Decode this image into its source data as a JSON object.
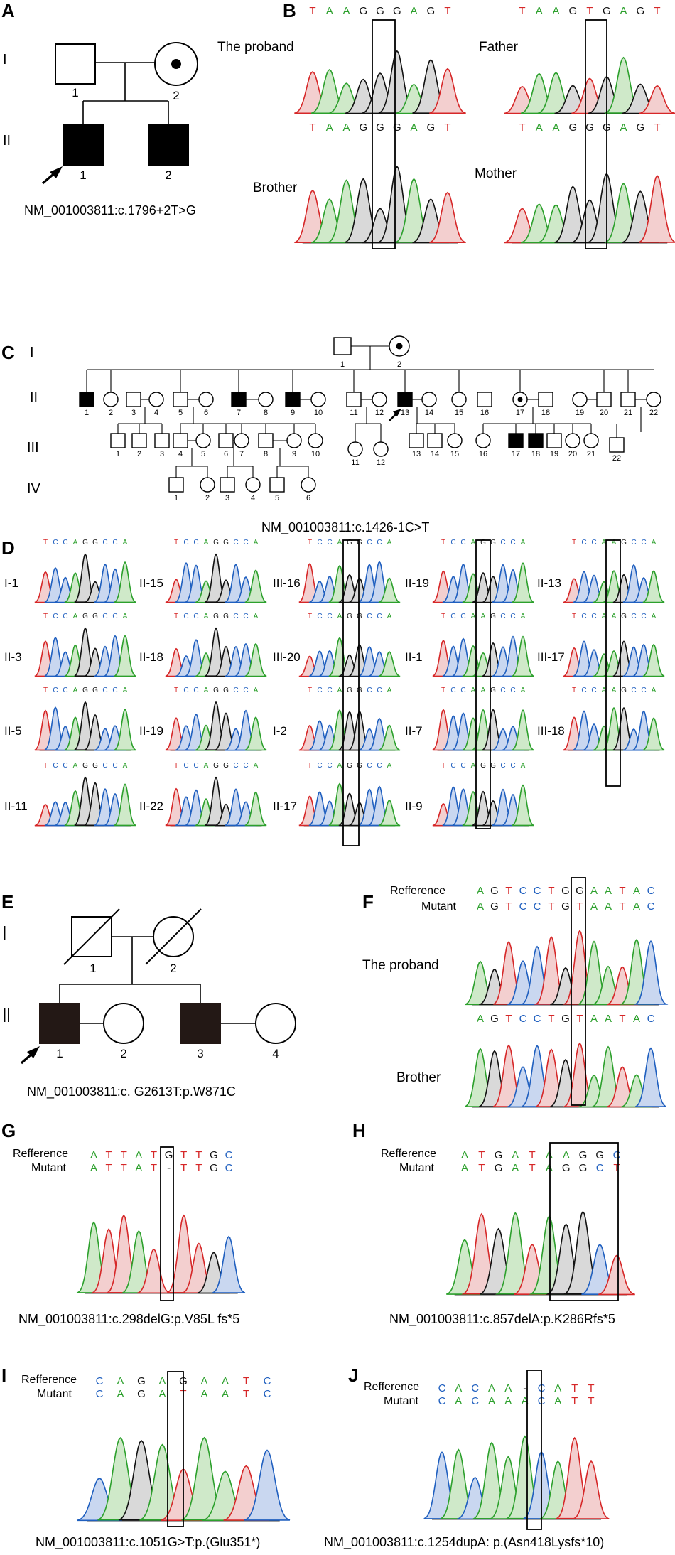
{
  "panels": {
    "A": {
      "letter": "A",
      "generations": [
        "I",
        "II"
      ],
      "individuals": {
        "I1": "1",
        "I2": "2",
        "II1": "1",
        "II2": "2"
      },
      "caption": "NM_001003811:c.1796+2T>G"
    },
    "B": {
      "letter": "B",
      "traces": [
        {
          "name": "The proband",
          "seq": "TAAGGGAGT",
          "highlight": 5
        },
        {
          "name": "Father",
          "seq": "TAAGTGAGT",
          "highlight": 4
        },
        {
          "name": "Brother",
          "seq": "TAAGGGAGT",
          "highlight": 5
        },
        {
          "name": "Mother",
          "seq": "TAAGGGAGT",
          "highlight": 4
        }
      ]
    },
    "C": {
      "letter": "C",
      "generations": [
        "I",
        "II",
        "III",
        "IV"
      ],
      "gen1": [
        "1",
        "2"
      ],
      "gen2": [
        "1",
        "2",
        "3",
        "4",
        "5",
        "6",
        "7",
        "8",
        "9",
        "10",
        "11",
        "12",
        "13",
        "14",
        "15",
        "16",
        "17",
        "18",
        "19",
        "20",
        "21",
        "22"
      ],
      "gen3": [
        "1",
        "2",
        "3",
        "4",
        "5",
        "6",
        "7",
        "8",
        "9",
        "10",
        "11",
        "12",
        "13",
        "14",
        "15",
        "16",
        "17",
        "18",
        "19",
        "20",
        "21",
        "22"
      ],
      "gen4": [
        "1",
        "2",
        "3",
        "4",
        "5",
        "6"
      ]
    },
    "D": {
      "letter": "D",
      "title": "NM_001003811:c.1426-1C>T",
      "columns": [
        {
          "names": [
            "I-1",
            "II-3",
            "II-5",
            "II-11"
          ],
          "seqs": [
            "TCCAGGCCA",
            "TCCAGGCCA",
            "TCCAGGCCA",
            "TCCAGGCCA"
          ]
        },
        {
          "names": [
            "II-15",
            "II-18",
            "II-19",
            "II-22"
          ],
          "seqs": [
            "TCCAGGCCA",
            "TCCAGGCCA",
            "TCCAGGCCA",
            "TCCAGGCCA"
          ]
        },
        {
          "names": [
            "III-16",
            "III-20",
            "I-2",
            "II-17"
          ],
          "seqs": [
            "TCCAGGCCA",
            "TCCAGGCCA",
            "TCCAGGCCA",
            "TCCAGGCCA"
          ]
        },
        {
          "names": [
            "II-19",
            "II-1",
            "II-7",
            "II-9"
          ],
          "seqs": [
            "TCCAGGCCA",
            "TCCAAGCCA",
            "TCCAAGCCA",
            "TCCAGGCCA"
          ]
        },
        {
          "names": [
            "II-13",
            "III-17",
            "III-18"
          ],
          "seqs": [
            "TCCAAGCCA",
            "TCCAAGCCA",
            "TCCAAGCCA"
          ]
        }
      ]
    },
    "E": {
      "letter": "E",
      "generations": [
        "|",
        "||"
      ],
      "individuals": {
        "I1": "1",
        "I2": "2",
        "II1": "1",
        "II2": "2",
        "II3": "3",
        "II4": "4"
      },
      "caption": "NM_001003811:c. G2613T:p.W871C"
    },
    "F": {
      "letter": "F",
      "ref_label": "Refference",
      "mut_label": "Mutant",
      "ref_seq": "AGTCCTGGAATAC",
      "mut_seq": "AGTCCTGTAATAC",
      "trace1": "The proband",
      "trace2": "Brother",
      "trace2_seq": "AGTCCTGTAATAC"
    },
    "G": {
      "letter": "G",
      "ref_label": "Refference",
      "mut_label": "Mutant",
      "ref_seq": "ATTATGTTGC",
      "mut_seq": "ATTAT-TTGC",
      "caption": "NM_001003811:c.298delG:p.V85L fs*5"
    },
    "H": {
      "letter": "H",
      "ref_label": "Refference",
      "mut_label": "Mutant",
      "ref_seq": "ATGATAAGGC",
      "mut_seq": "ATGATAGGCT",
      "caption": "NM_001003811:c.857delA:p.K286Rfs*5"
    },
    "I": {
      "letter": "I",
      "ref_label": "Refference",
      "mut_label": "Mutant",
      "ref_seq": "CAGAGAATC",
      "mut_seq": "CAGATAATC",
      "caption": "NM_001003811:c.1051G>T:p.(Glu351*)"
    },
    "J": {
      "letter": "J",
      "ref_label": "Refference",
      "mut_label": "Mutant",
      "ref_seq": "CACAA-CATT",
      "mut_seq": "CACAAACATT",
      "caption": "NM_001003811:c.1254dupA: p.(Asn418Lysfs*10)"
    }
  },
  "colors": {
    "A": "#2ca02c",
    "C": "#1f5fbf",
    "G": "#111111",
    "T": "#d62728",
    "A_fill": "#cfe9c9",
    "C_fill": "#c9d7f0",
    "G_fill": "#d9d9d9",
    "T_fill": "#f3cfcf"
  }
}
